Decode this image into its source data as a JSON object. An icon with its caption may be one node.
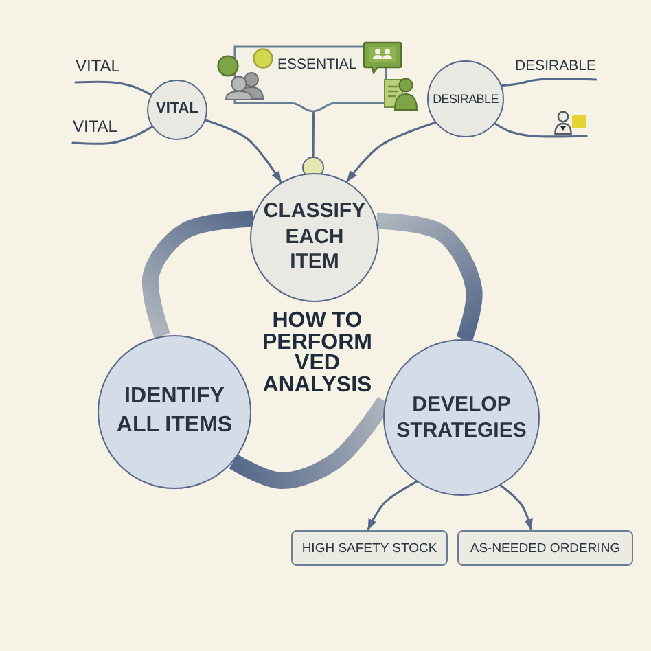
{
  "diagram": {
    "title": "HOW TO PERFORM VED ANALYSIS",
    "nodes": [
      {
        "text": [
          "VITAL"
        ]
      },
      {
        "text": [
          "VITAL"
        ]
      },
      {
        "text": [
          "VITAL"
        ]
      },
      {
        "text": [
          "ESSENTIAL"
        ]
      },
      {
        "text": [
          "DESIRABLE"
        ]
      },
      {
        "text": [
          "DESIRABLE"
        ]
      },
      {
        "text": [],
        "shape": "person"
      },
      {
        "text": [],
        "shape": "circle"
      },
      {
        "text": [
          "CLASSIFY EACH ITEM"
        ]
      },
      {
        "text": [
          "IDENTIFY ALL ITEMS"
        ]
      },
      {
        "text": [
          "DEVELOP STRATEGIES"
        ]
      },
      {
        "text": [
          "HIGH SAFETY STOCK"
        ]
      },
      {
        "text": [
          "AS-NEEDED ORDERING"
        ]
      }
    ],
    "edges": [
      {
        "from": 0,
        "to": 1,
        "arrow": "none"
      },
      {
        "from": 2,
        "to": 1,
        "arrow": "none"
      },
      {
        "from": 5,
        "to": 4,
        "arrow": "none"
      },
      {
        "from": 6,
        "to": 4,
        "arrow": "none"
      },
      {
        "from": 3,
        "to": 7,
        "arrow": "none"
      },
      {
        "from": 1,
        "to": 8,
        "arrow": "to"
      },
      {
        "from": 4,
        "to": 8,
        "arrow": "to"
      },
      {
        "from": 9,
        "to": 8,
        "arrow": "none",
        "style": "thick"
      },
      {
        "from": 8,
        "to": 10,
        "arrow": "none",
        "style": "thick"
      },
      {
        "from": 10,
        "to": 9,
        "arrow": "none",
        "style": "thick"
      },
      {
        "from": 10,
        "to": 11,
        "arrow": "to"
      },
      {
        "from": 10,
        "to": 12,
        "arrow": "to"
      }
    ]
  }
}
